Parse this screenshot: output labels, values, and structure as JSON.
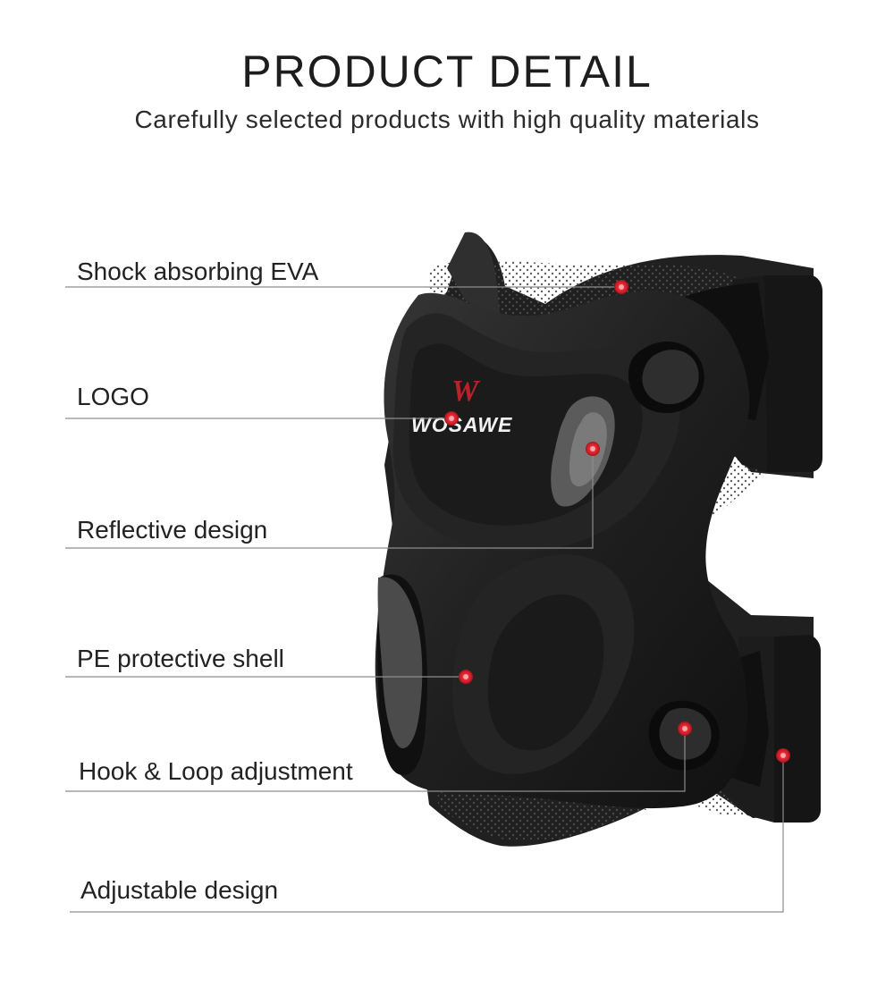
{
  "header": {
    "title": "PRODUCT DETAIL",
    "subtitle": "Carefully selected products with high quality materials"
  },
  "product": {
    "logo_text": "WOSAWE",
    "logo_mark": "W"
  },
  "callouts": [
    {
      "label": "Shock absorbing EVA"
    },
    {
      "label": "LOGO"
    },
    {
      "label": "Reflective design"
    },
    {
      "label": "PE protective shell"
    },
    {
      "label": "Hook & Loop adjustment"
    },
    {
      "label": "Adjustable design"
    }
  ],
  "colors": {
    "marker": "#d51f2b",
    "line": "#8d8d8d",
    "product": "#2b2b2b",
    "accent": "#b8222a"
  }
}
